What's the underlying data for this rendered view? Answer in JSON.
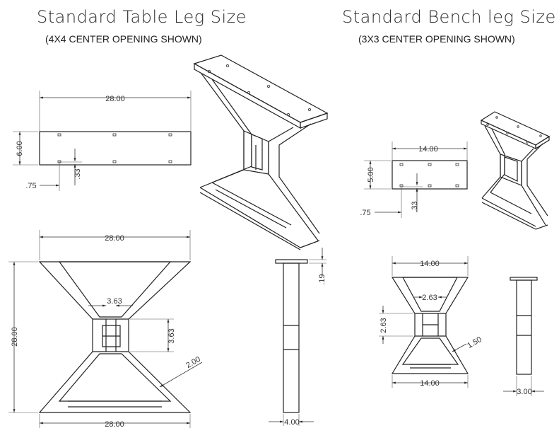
{
  "table": {
    "title": "Standard Table Leg Size",
    "subtitle": "(4X4 CENTER OPENING SHOWN)",
    "plate_width": "28.00",
    "plate_height": "6.00",
    "plate_hole_offset_x": ".75",
    "plate_hole_offset_y": ".33",
    "front_top_width": "28.00",
    "front_height": "28.00",
    "front_bottom_width": "28.00",
    "opening_width": "3.63",
    "opening_height": "3.63",
    "member_width": "2.00",
    "side_plate_thickness": ".19",
    "side_depth": "4.00"
  },
  "bench": {
    "title": "Standard Bench leg Size",
    "subtitle": "(3X3 CENTER OPENING SHOWN)",
    "plate_width": "14.00",
    "plate_height": "5.00",
    "plate_hole_offset_x": ".75",
    "plate_hole_offset_y": ".33",
    "front_top_width": "14.00",
    "front_bottom_width": "14.00",
    "opening_width": "2.63",
    "opening_height": "2.63",
    "member_width": "1.50",
    "side_depth": "3.00"
  }
}
